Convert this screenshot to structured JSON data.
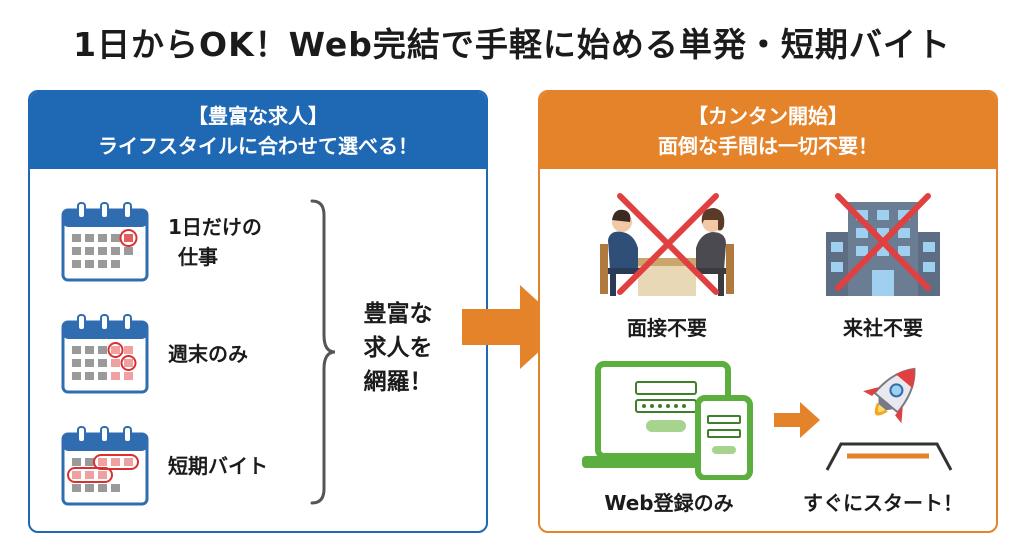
{
  "title": "1日からOK！Web完結で手軽に始める単発・短期バイト",
  "left_panel": {
    "header_line1": "【豊富な求人】",
    "header_line2": "ライフスタイルに合わせて選べる！",
    "items": [
      {
        "line1": "1日だけの",
        "line2": "仕事"
      },
      {
        "line1": "週末のみ",
        "line2": ""
      },
      {
        "line1": "短期バイト",
        "line2": ""
      }
    ],
    "summary": [
      "豊富な",
      "求人を",
      "網羅！"
    ]
  },
  "right_panel": {
    "header_line1": "【カンタン開始】",
    "header_line2": "面倒な手間は一切不要！",
    "interview_label": "面接不要",
    "office_label": "来社不要",
    "web_label": "Web登録のみ",
    "start_label": "すぐにスタート！"
  },
  "colors": {
    "blue": "#1f68b3",
    "orange": "#e5832b",
    "cross": "#e0403f",
    "green": "#5cae3f"
  },
  "icons": [
    "calendar-icon",
    "curly-brace",
    "right-arrow-icon",
    "interview-icon",
    "office-building-icon",
    "laptop-icon",
    "smartphone-icon",
    "rocket-icon"
  ]
}
